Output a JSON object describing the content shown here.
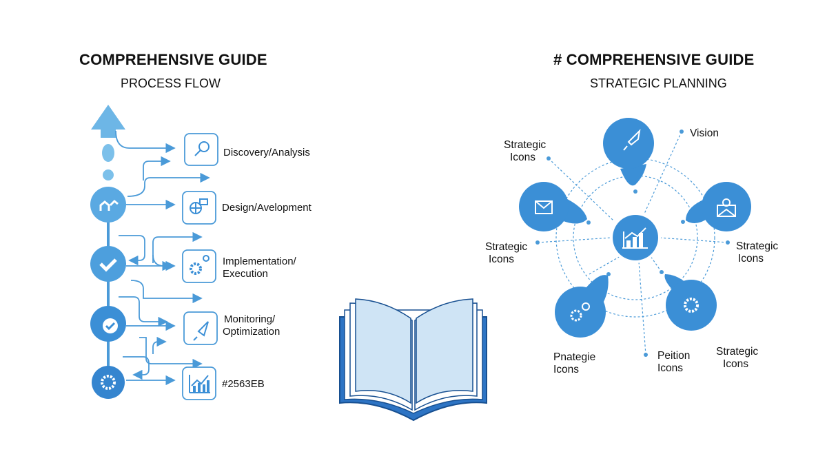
{
  "left": {
    "title": "COMPREHENSIVE GUIDE",
    "subtitle": "PROCESS FLOW",
    "steps": [
      {
        "label": "Discovery/Analysis",
        "icon": "magnifier-icon"
      },
      {
        "label": "Design/Avelopment",
        "icon": "globe-chat-icon"
      },
      {
        "label": "Implementation/\nExecution",
        "line1": "Implementation/",
        "line2": "Execution",
        "icon": "gears-icon"
      },
      {
        "label": "Monitoring/\nOptimization",
        "line1": "Monitoring/",
        "line2": "Optimization",
        "icon": "rocket-icon"
      },
      {
        "label": "#2563EB",
        "icon": "bar-chart-icon"
      }
    ]
  },
  "right": {
    "title": "# COMPREHENSIVE GUIDE",
    "subtitle": "STRATEGIC PLANNING",
    "labels": {
      "vision": "Vision",
      "top_left": [
        "Strategic",
        "Icons"
      ],
      "left": [
        "Strategic",
        "Icons"
      ],
      "right": [
        "Strategic",
        "Icons"
      ],
      "bottom_left": [
        "Pnategie",
        "Icons"
      ],
      "bottom_mid": [
        "Peition",
        "Icons"
      ],
      "bottom_right": [
        "Strategic",
        "Icons"
      ]
    }
  },
  "colors": {
    "primary": "#3b8fd6",
    "light": "#6db6e6",
    "line": "#4a9ad8"
  }
}
